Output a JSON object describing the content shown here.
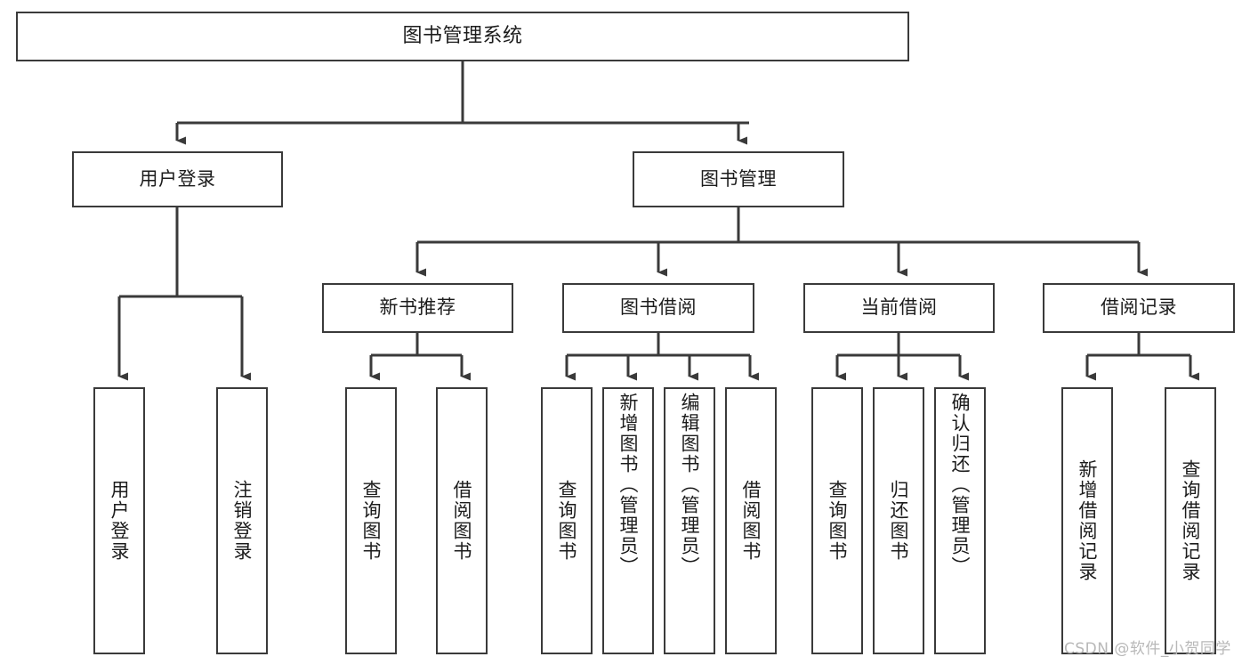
{
  "diagram": {
    "type": "hierarchy-tree",
    "title": "图书管理系统",
    "watermark": "CSDN @软件_小贺同学",
    "colors": {
      "box_border": "#3a3a3a",
      "box_fill": "#ffffff",
      "connector": "#3a3a3a",
      "text": "#1c1c1c",
      "watermark": "#b8b8b8"
    },
    "levels": {
      "root": {
        "label": "图书管理系统"
      },
      "level2": [
        {
          "label": "用户登录"
        },
        {
          "label": "图书管理"
        }
      ],
      "level3": [
        {
          "label": "新书推荐"
        },
        {
          "label": "图书借阅"
        },
        {
          "label": "当前借阅"
        },
        {
          "label": "借阅记录"
        }
      ],
      "leaves": {
        "user_login": [
          {
            "label": "用户登录"
          },
          {
            "label": "注销登录"
          }
        ],
        "new_book": [
          {
            "label": "查询图书"
          },
          {
            "label": "借阅图书"
          }
        ],
        "book_borrow": [
          {
            "label": "查询图书"
          },
          {
            "label": "新增图书（管理员）"
          },
          {
            "label": "编辑图书（管理员）"
          },
          {
            "label": "借阅图书"
          }
        ],
        "current_borrow": [
          {
            "label": "查询图书"
          },
          {
            "label": "归还图书"
          },
          {
            "label": "确认归还（管理员）"
          }
        ],
        "borrow_record": [
          {
            "label": "新增借阅记录"
          },
          {
            "label": "查询借阅记录"
          }
        ]
      }
    }
  }
}
